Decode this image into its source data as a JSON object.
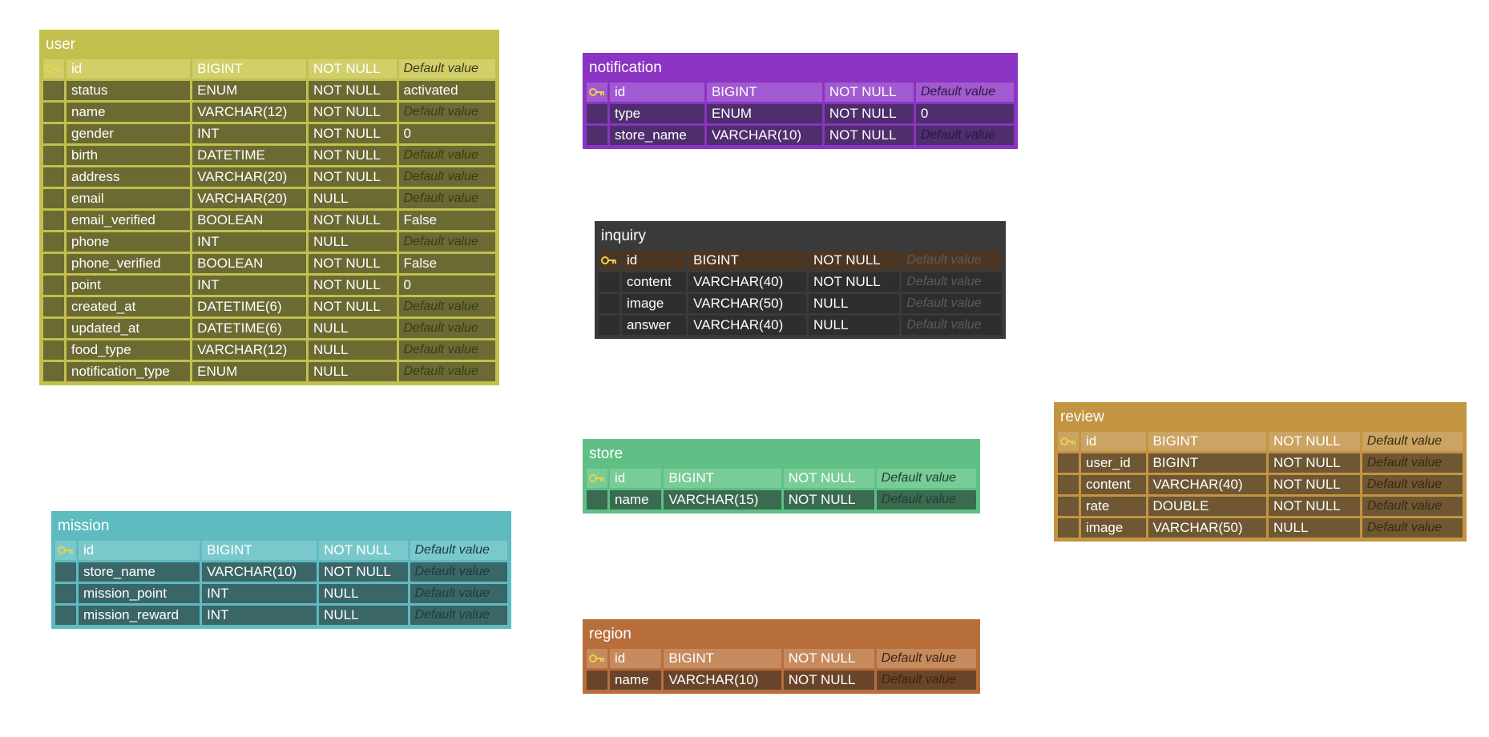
{
  "placeholder_default": "Default value",
  "tables": {
    "user": {
      "name": "user",
      "columns": [
        {
          "name": "id",
          "type": "BIGINT",
          "null": "NOT NULL",
          "default": "Default value"
        },
        {
          "name": "status",
          "type": "ENUM",
          "null": "NOT NULL",
          "default": "activated"
        },
        {
          "name": "name",
          "type": "VARCHAR(12)",
          "null": "NOT NULL",
          "default": "Default value"
        },
        {
          "name": "gender",
          "type": "INT",
          "null": "NOT NULL",
          "default": "0"
        },
        {
          "name": "birth",
          "type": "DATETIME",
          "null": "NOT NULL",
          "default": "Default value"
        },
        {
          "name": "address",
          "type": "VARCHAR(20)",
          "null": "NOT NULL",
          "default": "Default value"
        },
        {
          "name": "email",
          "type": "VARCHAR(20)",
          "null": "NULL",
          "default": "Default value"
        },
        {
          "name": "email_verified",
          "type": "BOOLEAN",
          "null": "NOT NULL",
          "default": "False"
        },
        {
          "name": "phone",
          "type": "INT",
          "null": "NULL",
          "default": "Default value"
        },
        {
          "name": "phone_verified",
          "type": "BOOLEAN",
          "null": "NOT NULL",
          "default": "False"
        },
        {
          "name": "point",
          "type": "INT",
          "null": "NOT NULL",
          "default": "0"
        },
        {
          "name": "created_at",
          "type": "DATETIME(6)",
          "null": "NOT NULL",
          "default": "Default value"
        },
        {
          "name": "updated_at",
          "type": "DATETIME(6)",
          "null": "NULL",
          "default": "Default value"
        },
        {
          "name": "food_type",
          "type": "VARCHAR(12)",
          "null": "NULL",
          "default": "Default value"
        },
        {
          "name": "notification_type",
          "type": "ENUM",
          "null": "NULL",
          "default": "Default value"
        }
      ]
    },
    "notification": {
      "name": "notification",
      "columns": [
        {
          "name": "id",
          "type": "BIGINT",
          "null": "NOT NULL",
          "default": "Default value"
        },
        {
          "name": "type",
          "type": "ENUM",
          "null": "NOT NULL",
          "default": "0"
        },
        {
          "name": "store_name",
          "type": "VARCHAR(10)",
          "null": "NOT NULL",
          "default": "Default value"
        }
      ]
    },
    "inquiry": {
      "name": "inquiry",
      "columns": [
        {
          "name": "id",
          "type": "BIGINT",
          "null": "NOT NULL",
          "default": "Default value"
        },
        {
          "name": "content",
          "type": "VARCHAR(40)",
          "null": "NOT NULL",
          "default": "Default value"
        },
        {
          "name": "image",
          "type": "VARCHAR(50)",
          "null": "NULL",
          "default": "Default value"
        },
        {
          "name": "answer",
          "type": "VARCHAR(40)",
          "null": "NULL",
          "default": "Default value"
        }
      ]
    },
    "review": {
      "name": "review",
      "columns": [
        {
          "name": "id",
          "type": "BIGINT",
          "null": "NOT NULL",
          "default": "Default value"
        },
        {
          "name": "user_id",
          "type": "BIGINT",
          "null": "NOT NULL",
          "default": "Default value"
        },
        {
          "name": "content",
          "type": "VARCHAR(40)",
          "null": "NOT NULL",
          "default": "Default value"
        },
        {
          "name": "rate",
          "type": "DOUBLE",
          "null": "NOT NULL",
          "default": "Default value"
        },
        {
          "name": "image",
          "type": "VARCHAR(50)",
          "null": "NULL",
          "default": "Default value"
        }
      ]
    },
    "store": {
      "name": "store",
      "columns": [
        {
          "name": "id",
          "type": "BIGINT",
          "null": "NOT NULL",
          "default": "Default value"
        },
        {
          "name": "name",
          "type": "VARCHAR(15)",
          "null": "NOT NULL",
          "default": "Default value"
        }
      ]
    },
    "mission": {
      "name": "mission",
      "columns": [
        {
          "name": "id",
          "type": "BIGINT",
          "null": "NOT NULL",
          "default": "Default value"
        },
        {
          "name": "store_name",
          "type": "VARCHAR(10)",
          "null": "NOT NULL",
          "default": "Default value"
        },
        {
          "name": "mission_point",
          "type": "INT",
          "null": "NULL",
          "default": "Default value"
        },
        {
          "name": "mission_reward",
          "type": "INT",
          "null": "NULL",
          "default": "Default value"
        }
      ]
    },
    "region": {
      "name": "region",
      "columns": [
        {
          "name": "id",
          "type": "BIGINT",
          "null": "NOT NULL",
          "default": "Default value"
        },
        {
          "name": "name",
          "type": "VARCHAR(10)",
          "null": "NOT NULL",
          "default": "Default value"
        }
      ]
    }
  },
  "icons": {
    "primary_key": "key-icon"
  },
  "colors": {
    "user": "#c2c04d",
    "notification": "#8b33c2",
    "inquiry": "#3a3a3a",
    "review": "#c39442",
    "store": "#5fbf85",
    "mission": "#5ebbbf",
    "region": "#b86e3b",
    "key": "#e8d44a"
  }
}
